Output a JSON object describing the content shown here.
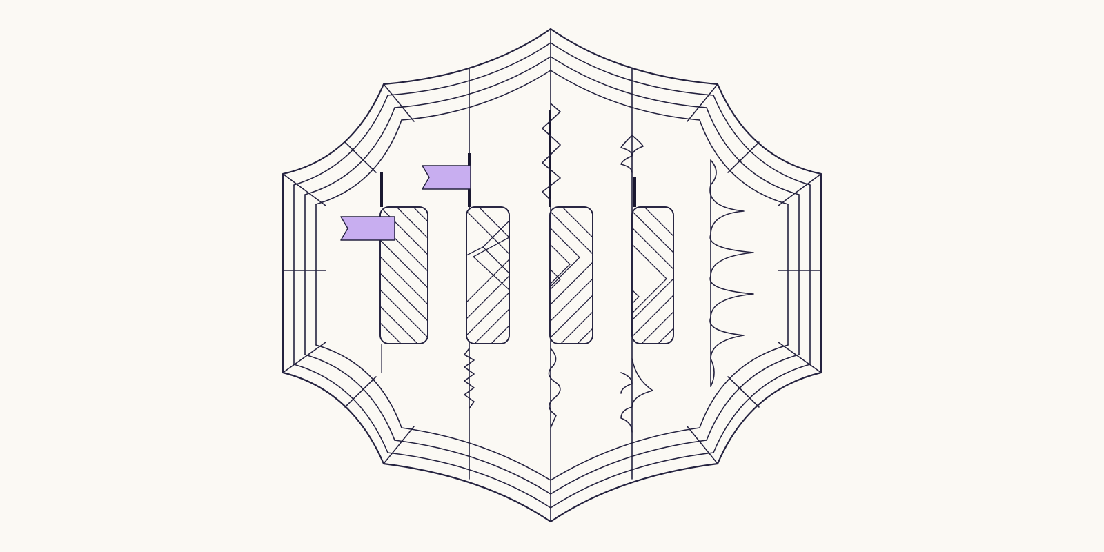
{
  "illustration": {
    "palette": {
      "background": "#fbf9f4",
      "ink": "#24223f",
      "flag": "#c8aef0"
    },
    "elements": {
      "frame": "octagonal-web-frame",
      "candles": [
        "hatched-candle",
        "chevron-candle",
        "chevron-candle",
        "chevron-candle"
      ],
      "flags": [
        "flag",
        "flag"
      ],
      "wicks": [
        "zigzag-wick",
        "spiked-wick",
        "scalloped-edge"
      ]
    }
  }
}
